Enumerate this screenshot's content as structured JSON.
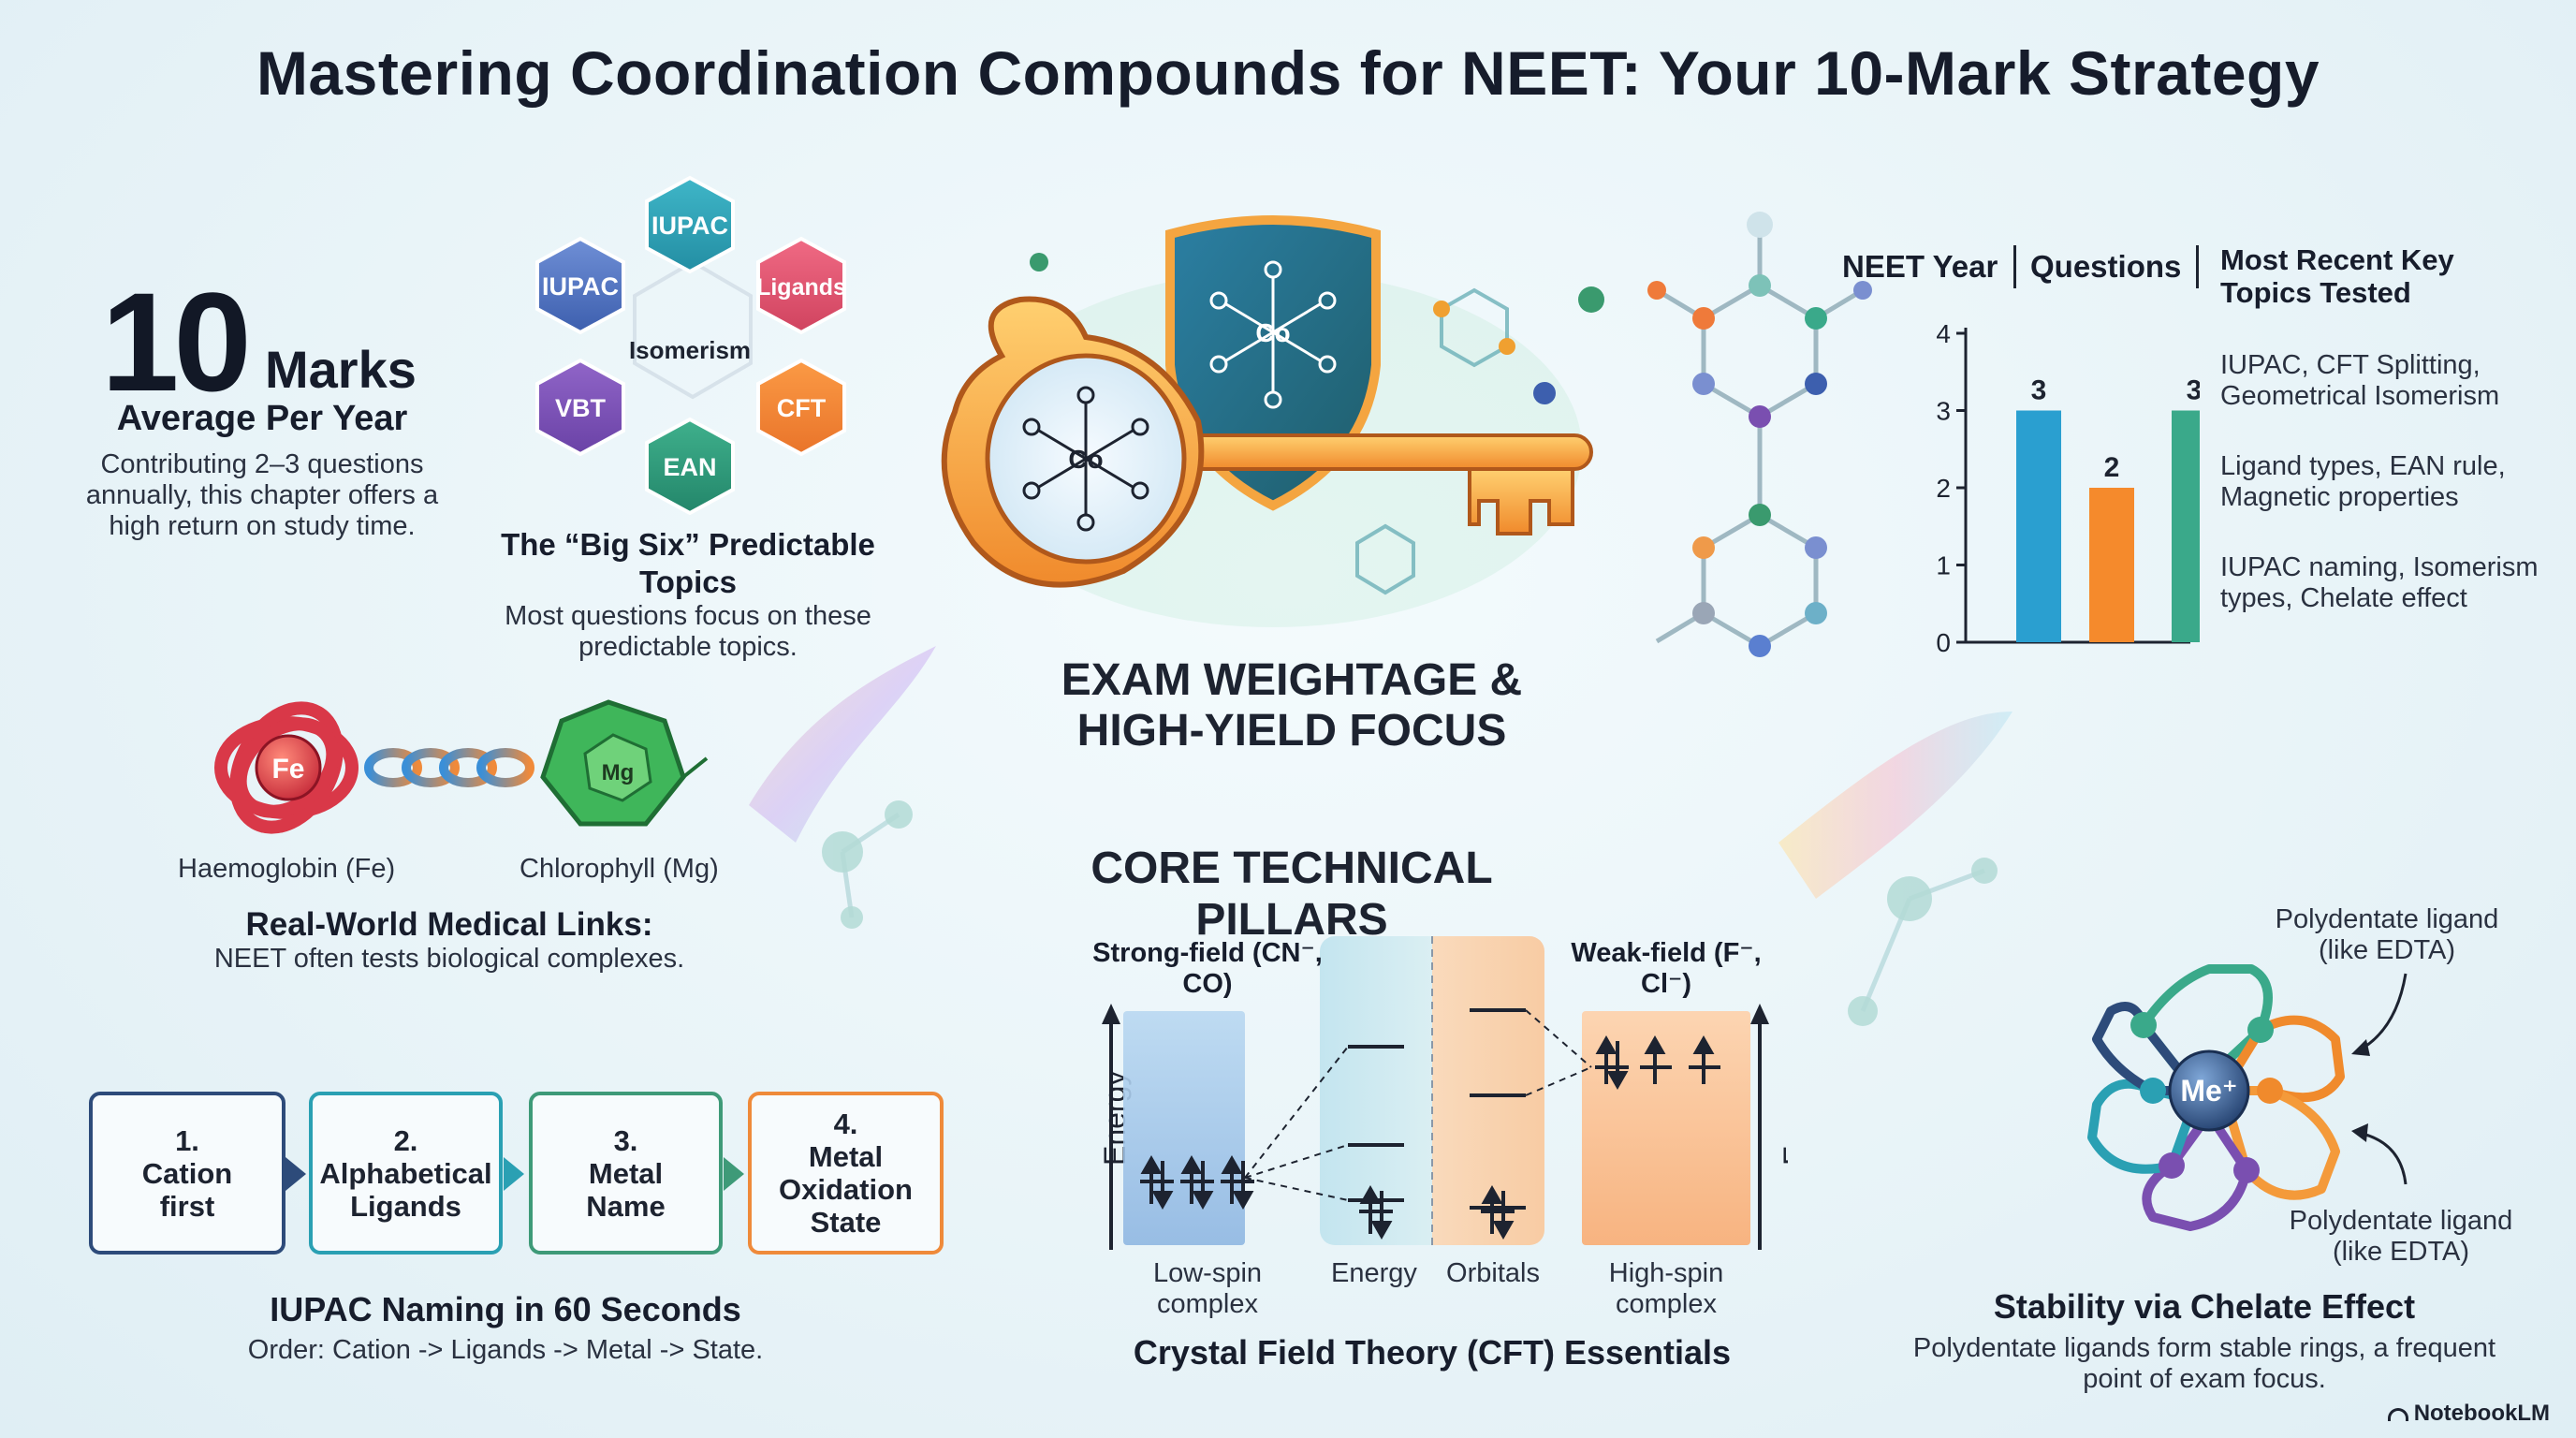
{
  "title": "Mastering Coordination Compounds for NEET: Your 10-Mark Strategy",
  "marks": {
    "number": "10",
    "label": "Marks",
    "average": "Average Per Year",
    "description": "Contributing 2–3 questions annually, this chapter offers a high return on study time."
  },
  "big_six": {
    "hexagons": [
      "IUPAC",
      "IUPAC",
      "Ligands",
      "Isomerism",
      "VBT",
      "CFT",
      "EAN"
    ],
    "title": "The “Big Six” Predictable Topics",
    "subtitle": "Most questions focus on these predictable topics."
  },
  "medical": {
    "fe_symbol": "Fe",
    "mg_symbol": "Mg",
    "haemoglobin_label": "Haemoglobin (Fe)",
    "chlorophyll_label": "Chlorophyll (Mg)",
    "title": "Real-World Medical Links:",
    "subtitle": "NEET often tests biological complexes."
  },
  "iupac": {
    "steps": [
      {
        "number": "1.",
        "label": "Cation first"
      },
      {
        "number": "2.",
        "label": "Alphabetical Ligands"
      },
      {
        "number": "3.",
        "label": "Metal Name"
      },
      {
        "number": "4.",
        "label": "Metal Oxidation State"
      }
    ],
    "title": "IUPAC Naming in 60 Seconds",
    "subtitle": "Order: Cation -> Ligands -> Metal -> State."
  },
  "center": {
    "complex_symbol": "Co",
    "exam_title": "EXAM WEIGHTAGE & HIGH-YIELD FOCUS",
    "core_title": "CORE TECHNICAL PILLARS"
  },
  "cft": {
    "strong_field": "Strong-field (CN⁻, CO)",
    "weak_field": "Weak-field (F⁻, Cl⁻)",
    "energy_axis": "Energy",
    "low_spin": "Low-spin complex",
    "energy_label": "Energy",
    "orbitals_label": "Orbitals",
    "high_spin": "High-spin complex",
    "title": "Crystal Field Theory (CFT) Essentials"
  },
  "chart_headers": {
    "year": "NEET Year",
    "questions": "Questions",
    "topics": "Most Recent Key Topics Tested"
  },
  "chart_data": {
    "type": "bar",
    "values": [
      3,
      2,
      3
    ],
    "colors": [
      "#2a9fd0",
      "#f58a2c",
      "#3aa98a"
    ],
    "yticks": [
      0,
      1,
      2,
      3,
      4
    ],
    "ylim": [
      0,
      4
    ],
    "topics": [
      "IUPAC, CFT Splitting, Geometrical Isomerism",
      "Ligand types, EAN rule, Magnetic properties",
      "IUPAC naming, Isomerism types, Chelate effect"
    ]
  },
  "chelate": {
    "metal": "Me⁺",
    "label_top": "Polydentate ligand (like EDTA)",
    "label_bottom": "Polydentate ligand (like EDTA)",
    "title": "Stability via Chelate Effect",
    "subtitle": "Polydentate ligands form stable rings, a frequent point of exam focus."
  },
  "brand": "NotebookLM",
  "colors": {
    "navy": "#2d4b7a",
    "teal": "#2aa0b3",
    "green": "#3e9a78",
    "orange": "#ef8a3a"
  }
}
